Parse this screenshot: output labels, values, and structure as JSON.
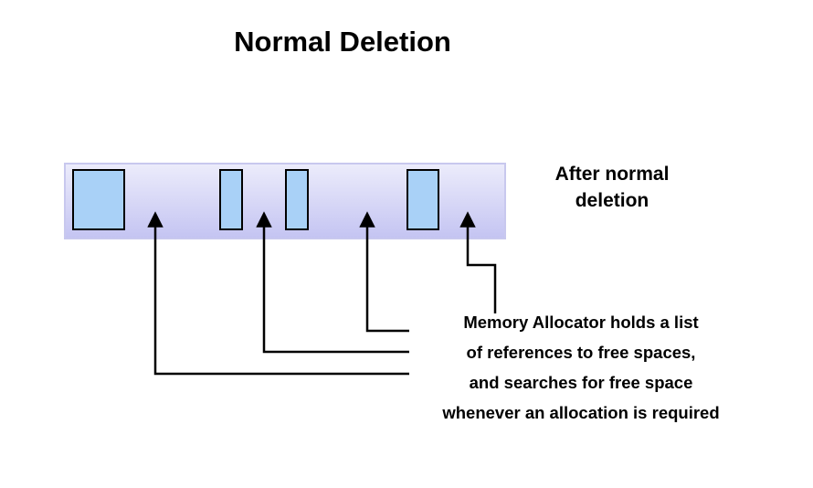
{
  "title": "Normal Deletion",
  "side_label": [
    "After normal",
    "deletion"
  ],
  "caption": [
    "Memory Allocator holds a list",
    "of references to free spaces,",
    "and searches for free space",
    "whenever an allocation is required"
  ],
  "colors": {
    "memory_bar_top": "#ececfb",
    "memory_bar_bottom": "#c4c4f2",
    "memory_bar_border": "#c8c8ee",
    "allocated_block_fill": "#a9d1f7",
    "line": "#000000"
  }
}
